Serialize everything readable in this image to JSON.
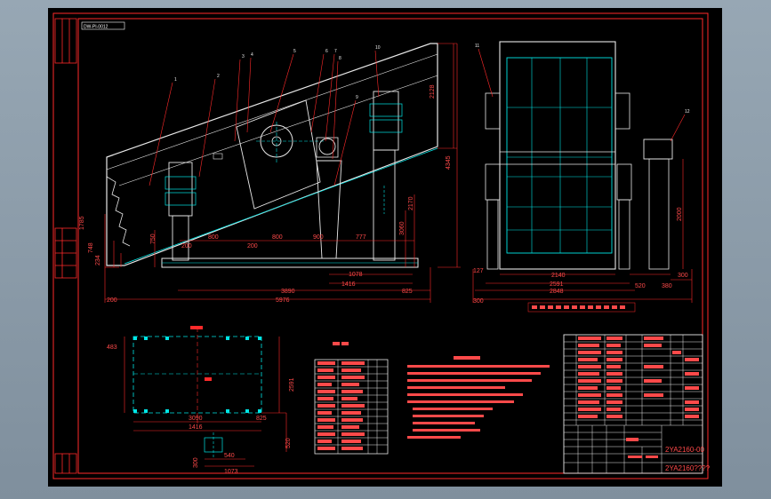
{
  "drawing": {
    "stamp": "DW-PI-0012",
    "dims_side": {
      "d2128": "2128",
      "d4345": "4345",
      "d1785": "1785",
      "d750": "750",
      "d748": "748",
      "d234": "234",
      "d200a": "200",
      "d800a": "800",
      "d200b": "200",
      "d800b": "800",
      "d900": "900",
      "d777": "777",
      "d3060": "3060",
      "d2170": "2170",
      "d1078": "1078",
      "d1416": "1416",
      "d3890": "3890",
      "d825": "825",
      "d5976": "5976",
      "d200c": "200"
    },
    "dims_end": {
      "d127": "127",
      "d2140": "2140",
      "d2591": "2591",
      "d2848": "2848",
      "d520": "520",
      "d380": "380",
      "d2000": "2000",
      "d300a": "300",
      "d300b": "300"
    },
    "dims_plan": {
      "d483": "483",
      "d3090": "3090",
      "d1416": "1416",
      "d825": "825",
      "d2591": "2591",
      "d540": "540",
      "d1073": "1073",
      "d300": "300",
      "d520": "520"
    },
    "part_callouts": [
      "1",
      "2",
      "3",
      "4",
      "5",
      "6",
      "7",
      "8",
      "9",
      "10",
      "11",
      "12"
    ],
    "title_block": {
      "part_no_1": "2YA2160-00",
      "part_no_2": "2YA2160????"
    }
  }
}
